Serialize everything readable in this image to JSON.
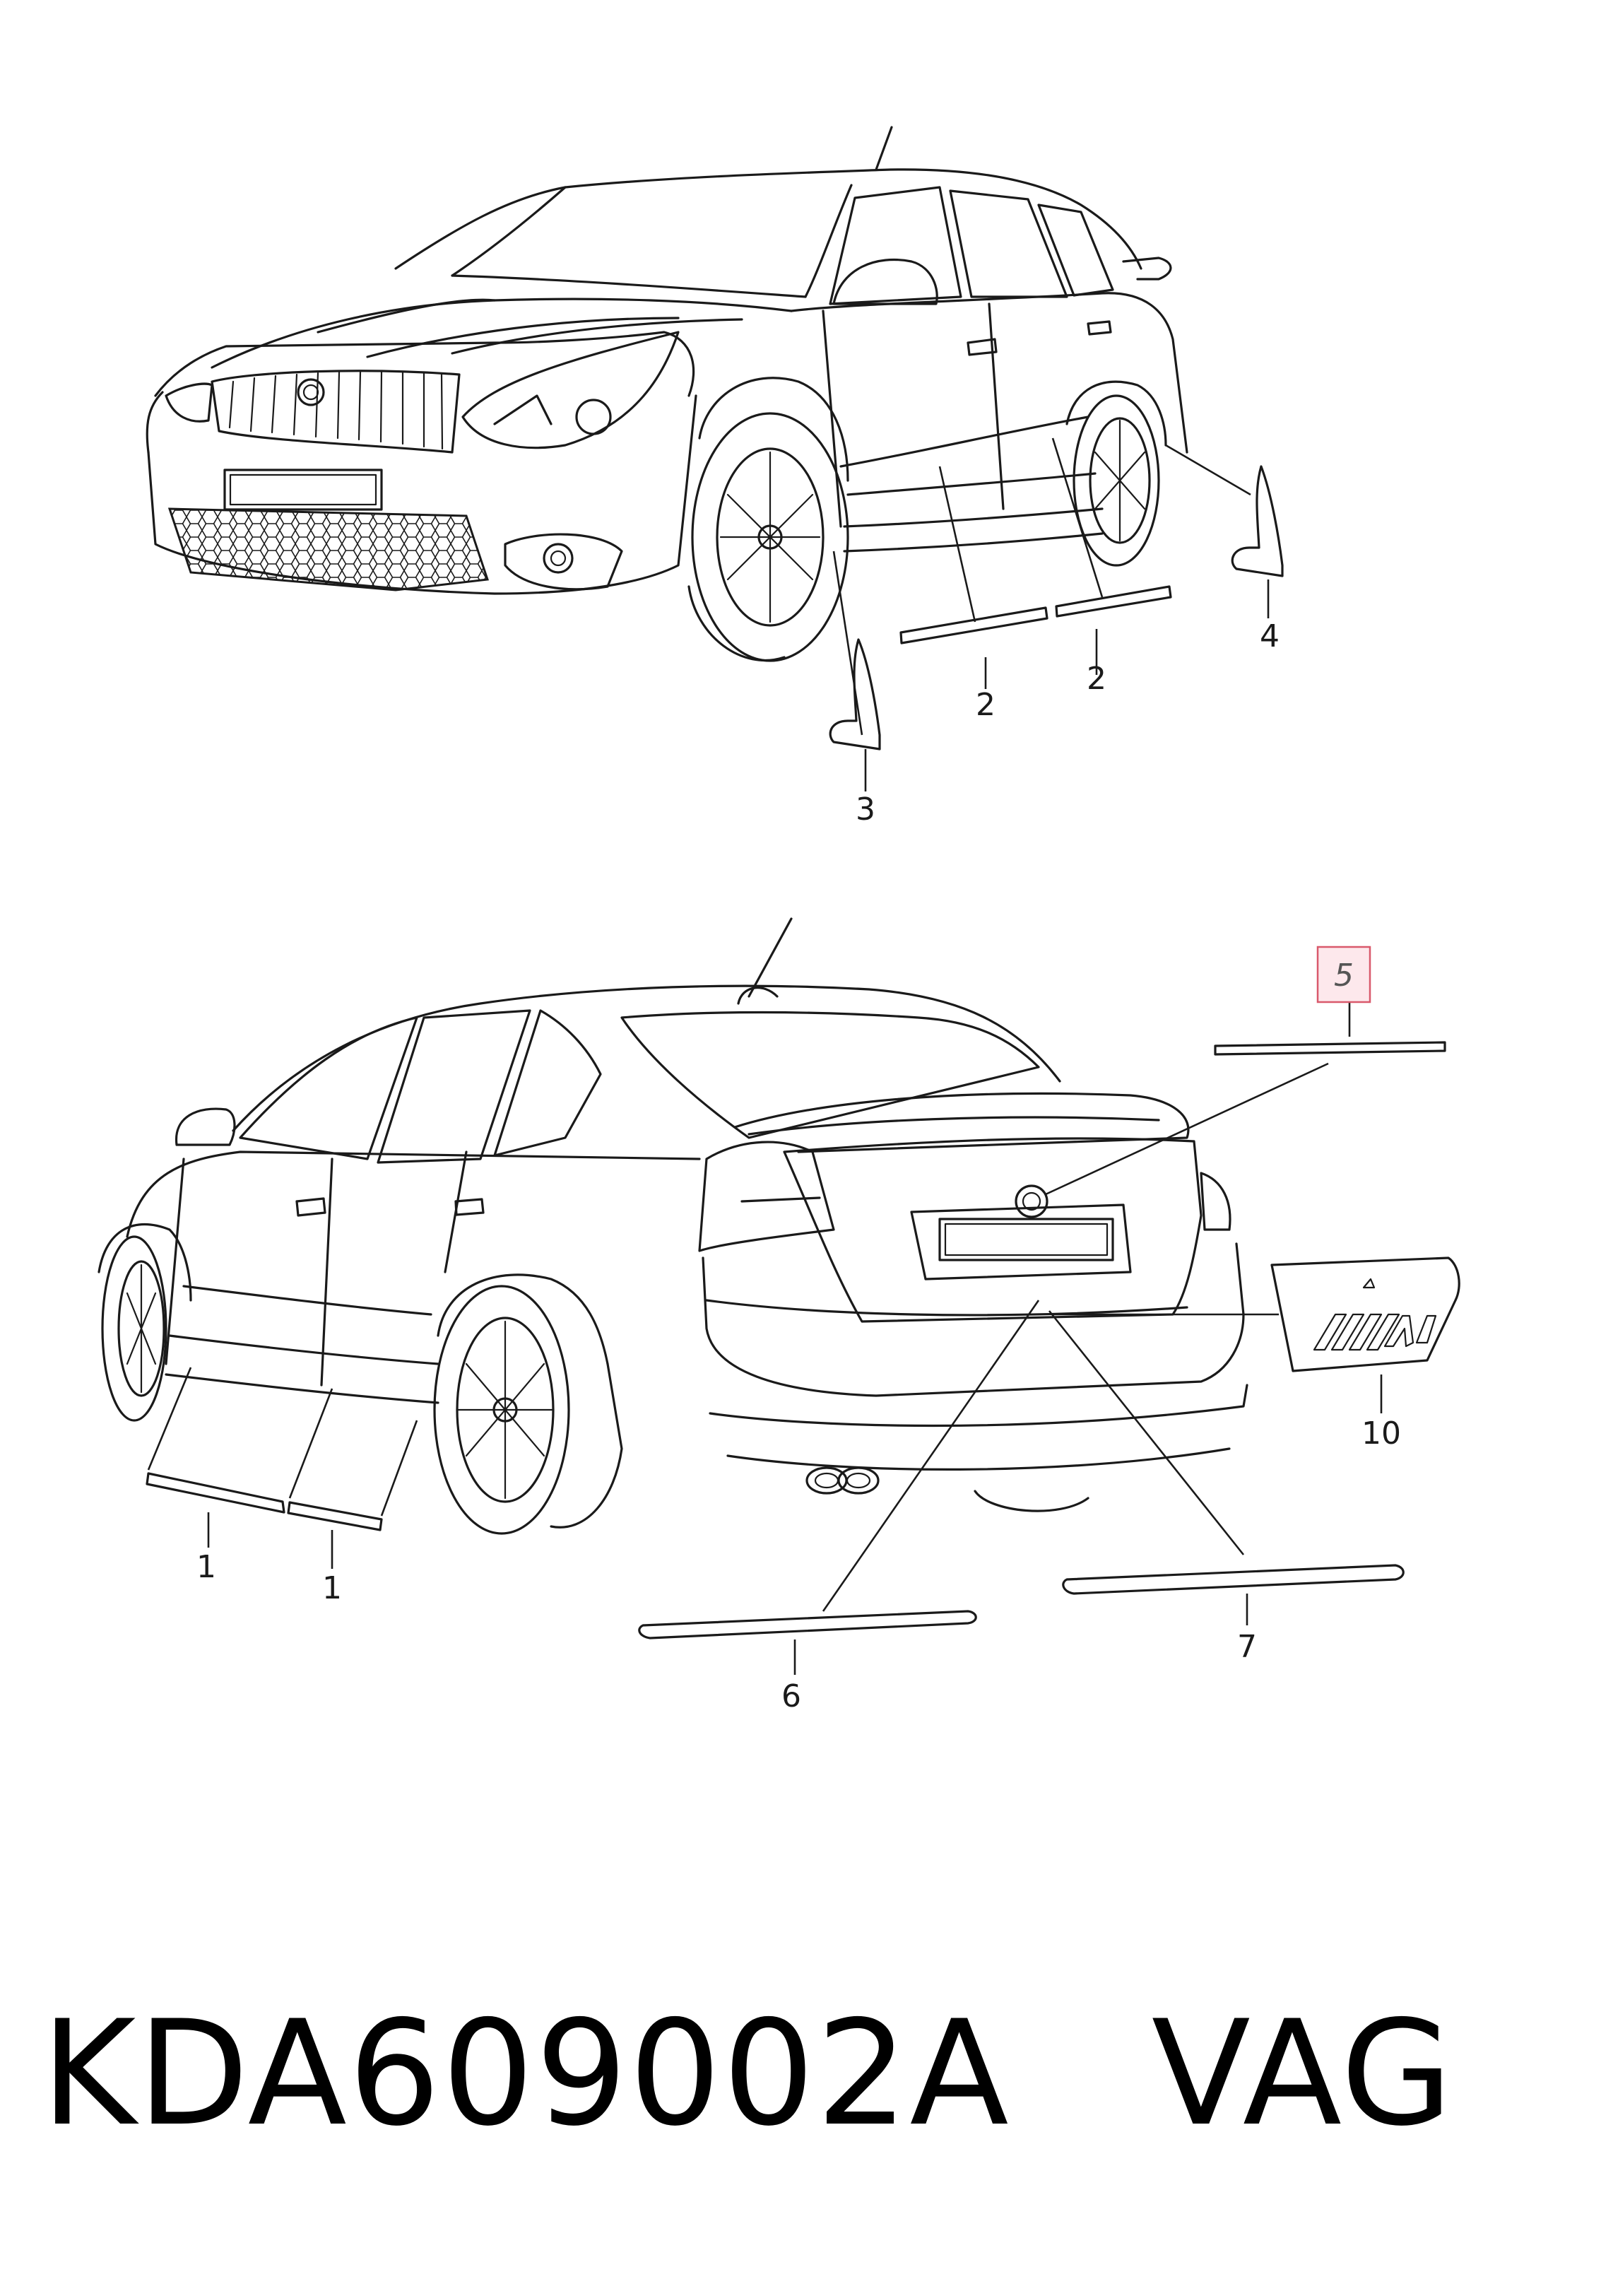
{
  "callouts": {
    "c1a": "1",
    "c1b": "1",
    "c2a": "2",
    "c2b": "2",
    "c3": "3",
    "c4": "4",
    "c5": "5",
    "c6": "6",
    "c7": "7",
    "c10": "10"
  },
  "highlighted_callout": "5",
  "footer": {
    "part_number": "KDA609002A",
    "brand": "VAG"
  },
  "colors": {
    "line": "#1a1a1a",
    "highlight_fill": "#fde8ec",
    "highlight_border": "#d9596b"
  }
}
